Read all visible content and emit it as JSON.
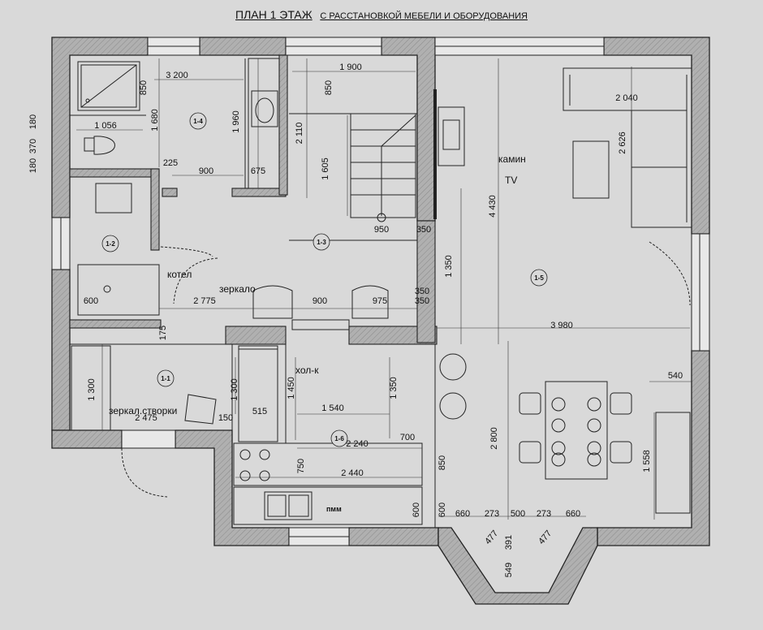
{
  "title": {
    "main": "ПЛАН 1 ЭТАЖ",
    "sub": "С РАССТАНОВКОЙ МЕБЕЛИ И ОБОРУДОВАНИЯ"
  },
  "rooms": [
    "1-1",
    "1-2",
    "1-3",
    "1-4",
    "1-5",
    "1-6"
  ],
  "labels": {
    "kamin": "камин",
    "tv": "TV",
    "kotel": "котел",
    "zerkalo": "зеркало",
    "holk": "хол-к",
    "zerkal_stvorki": "зеркал.створки",
    "pmm": "пмм"
  },
  "dimensions": [
    "3 200",
    "1 900",
    "850",
    "850",
    "1 680",
    "1 960",
    "2 110",
    "1 056",
    "180",
    "370",
    "180",
    "225",
    "900",
    "675",
    "1 605",
    "2 040",
    "2 626",
    "4 430",
    "950",
    "350",
    "1 350",
    "600",
    "2 775",
    "900",
    "975",
    "350",
    "350",
    "3 980",
    "175",
    "1 300",
    "1 300",
    "1 450",
    "1 350",
    "1 540",
    "515",
    "150",
    "2 475",
    "2 240",
    "700",
    "2 800",
    "540",
    "1 558",
    "750",
    "2 440",
    "850",
    "600",
    "600",
    "660",
    "273",
    "500",
    "273",
    "660",
    "477",
    "391",
    "477",
    "549"
  ],
  "colors": {
    "background": "#d9d9d9",
    "wall": "#ababab",
    "line": "#222222"
  }
}
